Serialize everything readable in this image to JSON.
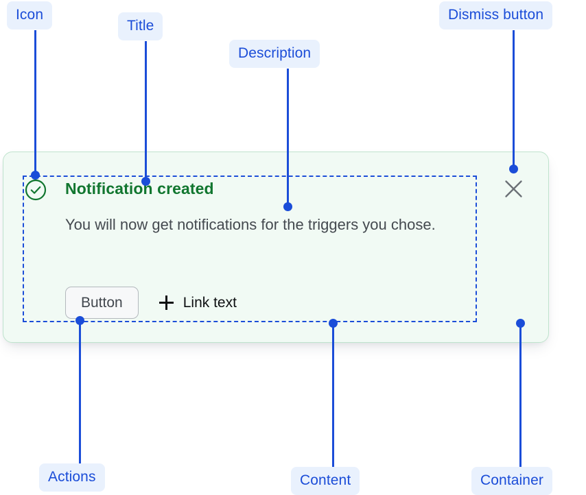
{
  "annotations": [
    {
      "id": "icon",
      "label": "Icon"
    },
    {
      "id": "title",
      "label": "Title"
    },
    {
      "id": "description",
      "label": "Description"
    },
    {
      "id": "dismiss_button",
      "label": "Dismiss button"
    },
    {
      "id": "actions",
      "label": "Actions"
    },
    {
      "id": "content",
      "label": "Content"
    },
    {
      "id": "container",
      "label": "Container"
    }
  ],
  "notification": {
    "icon_name": "success-check-circle-icon",
    "title": "Notification created",
    "description": "You will now get notifications for the triggers you chose.",
    "actions": {
      "button_label": "Button",
      "link_icon_name": "plus-icon",
      "link_label": "Link text"
    },
    "dismiss_icon_name": "close-x-icon"
  },
  "colors": {
    "annotation_blue": "#1b4dd8",
    "annotation_pill_bg": "#e9f1fd",
    "card_bg": "#f1faf4",
    "card_border": "#bfe3cd",
    "success_green": "#11762f",
    "description_gray": "#44494f",
    "button_bg": "#f7f8f9",
    "button_border": "#b3b8bd",
    "dismiss_gray": "#6b7076"
  }
}
